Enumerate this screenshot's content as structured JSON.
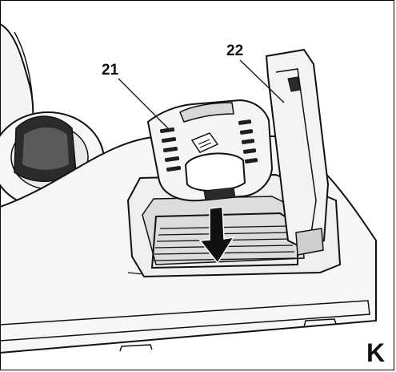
{
  "labels": {
    "part_21": "21",
    "part_22": "22",
    "figure_letter": "K"
  },
  "colors": {
    "line": "#111111",
    "fill_light": "#f2f2f2",
    "fill_mid": "#cfcfcf",
    "fill_dark": "#2a2a2a",
    "arrow": "#111111"
  }
}
